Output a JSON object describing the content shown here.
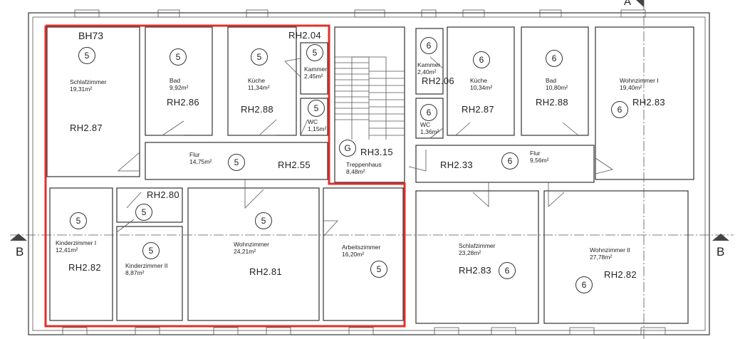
{
  "plan": {
    "building_label": "BH73",
    "top_fragment": "A",
    "section_left": "B",
    "section_right": "B",
    "highlight_color": "#e0302a"
  },
  "rooms": [
    {
      "id": "schlafzimmer-left",
      "name": "Schlafzimmer",
      "area": "19,31m²",
      "rh": "RH2.87",
      "unit": "5"
    },
    {
      "id": "bad-left",
      "name": "Bad",
      "area": "9,92m²",
      "rh": "RH2.86",
      "unit": "5"
    },
    {
      "id": "kueche-left",
      "name": "Küche",
      "area": "11,34m²",
      "rh": "RH2.88",
      "unit": "5"
    },
    {
      "id": "kammer-left",
      "name": "Kammer",
      "area": "2,45m²",
      "rh": "RH2.04",
      "unit": "5"
    },
    {
      "id": "wc-left",
      "name": "WC",
      "area": "1,15m²",
      "rh": "",
      "unit": "5"
    },
    {
      "id": "flur-left",
      "name": "Flur",
      "area": "14,75m²",
      "rh": "RH2.55",
      "unit": "5"
    },
    {
      "id": "abstell-left",
      "name": "",
      "area": "",
      "rh": "RH2.80",
      "unit": "5"
    },
    {
      "id": "kinderzimmer-1",
      "name": "Kinderzimmer I",
      "area": "12,41m²",
      "rh": "RH2.82",
      "unit": "5"
    },
    {
      "id": "kinderzimmer-2",
      "name": "Kinderzimmer II",
      "area": "8,87m²",
      "rh": "",
      "unit": "5"
    },
    {
      "id": "wohnzimmer-left",
      "name": "Wohnzimmer",
      "area": "24,21m²",
      "rh": "RH2.81",
      "unit": "5"
    },
    {
      "id": "arbeitszimmer",
      "name": "Arbeitszimmer",
      "area": "16,20m²",
      "rh": "",
      "unit": "5"
    },
    {
      "id": "treppenhaus",
      "name": "Treppenhaus",
      "area": "8,48m²",
      "rh": "RH3.15",
      "unit": "G"
    },
    {
      "id": "kammer-right",
      "name": "Kammer",
      "area": "2,40m²",
      "rh": "RH2.06",
      "unit": "6"
    },
    {
      "id": "wc-right",
      "name": "WC",
      "area": "1,36m²",
      "rh": "",
      "unit": "6"
    },
    {
      "id": "kueche-right",
      "name": "Küche",
      "area": "10,34m²",
      "rh": "RH2.87",
      "unit": "6"
    },
    {
      "id": "bad-right",
      "name": "Bad",
      "area": "10,80m²",
      "rh": "RH2.88",
      "unit": "6"
    },
    {
      "id": "wohnzimmer-1-right",
      "name": "Wohnzimmer I",
      "area": "19,40m²",
      "rh": "RH2.83",
      "unit": "6"
    },
    {
      "id": "flur-right",
      "name": "Flur",
      "area": "9,56m²",
      "rh": "RH2.33",
      "unit": "6"
    },
    {
      "id": "schlafzimmer-right",
      "name": "Schlafzimmer",
      "area": "23,28m²",
      "rh": "RH2.83",
      "unit": "6"
    },
    {
      "id": "wohnzimmer-2-right",
      "name": "Wohnzimmer II",
      "area": "27,78m²",
      "rh": "RH2.82",
      "unit": "6"
    }
  ]
}
